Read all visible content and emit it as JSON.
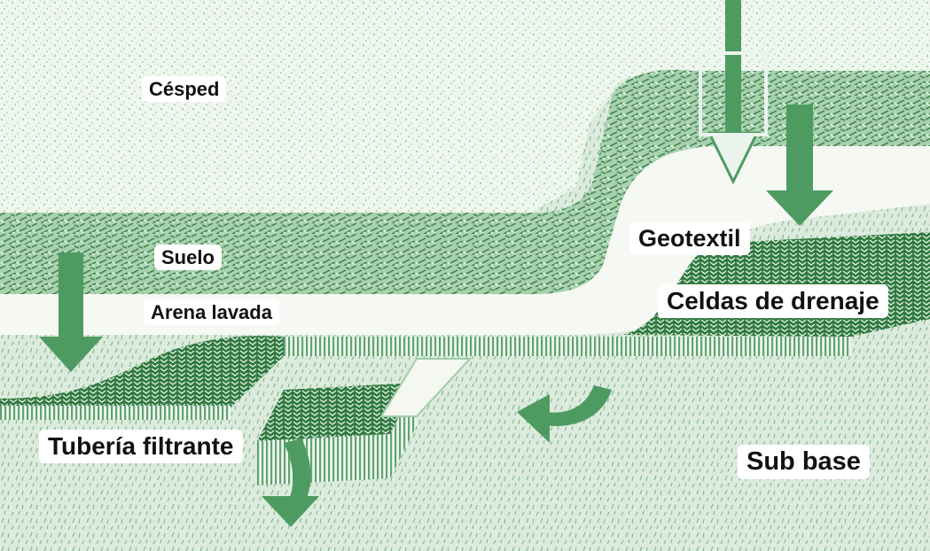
{
  "labels": {
    "cesped": "Césped",
    "suelo": "Suelo",
    "arena_lavada": "Arena lavada",
    "geotextil": "Geotextil",
    "celdas_de_drenaje": "Celdas de drenaje",
    "tuberia_filtrante": "Tubería filtrante",
    "sub_base": "Sub base"
  },
  "colors": {
    "grass_light": "#eaf3ea",
    "soil": "#9bc9a2",
    "soil_dark": "#4f9a5c",
    "sand": "#f7f9f4",
    "drainage_cells": "#3f8a4e",
    "geotextile_strip": "#6aae78",
    "sub_base": "#d4e8d7",
    "arrow": "#4e9b62",
    "label_bg": "#ffffff",
    "label_text": "#111111"
  }
}
